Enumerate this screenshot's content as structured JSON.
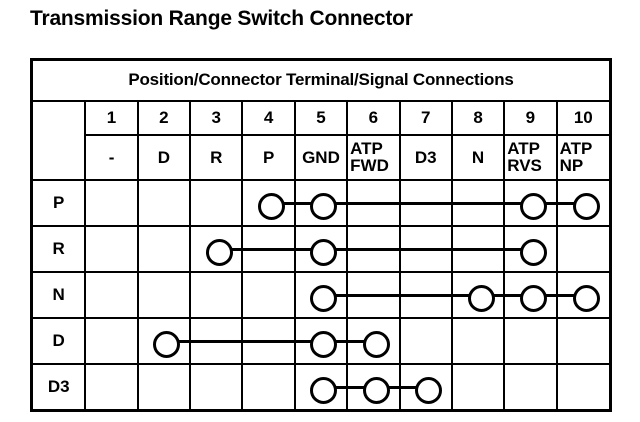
{
  "page_title": "Transmission Range Switch Connector",
  "table": {
    "banner": "Position/Connector Terminal/Signal Connections",
    "row_label_header": "",
    "terminal_numbers": [
      "1",
      "2",
      "3",
      "4",
      "5",
      "6",
      "7",
      "8",
      "9",
      "10"
    ],
    "signal_names": [
      {
        "line1": "-",
        "line2": ""
      },
      {
        "line1": "D",
        "line2": ""
      },
      {
        "line1": "R",
        "line2": ""
      },
      {
        "line1": "P",
        "line2": ""
      },
      {
        "line1": "GND",
        "line2": ""
      },
      {
        "line1": "ATP",
        "line2": "FWD"
      },
      {
        "line1": "D3",
        "line2": ""
      },
      {
        "line1": "N",
        "line2": ""
      },
      {
        "line1": "ATP",
        "line2": "RVS"
      },
      {
        "line1": "ATP",
        "line2": "NP"
      }
    ],
    "rows": [
      {
        "label": "P",
        "connections": [
          4,
          5,
          9,
          10
        ]
      },
      {
        "label": "R",
        "connections": [
          3,
          5,
          9
        ]
      },
      {
        "label": "N",
        "connections": [
          5,
          8,
          9,
          10
        ]
      },
      {
        "label": "D",
        "connections": [
          2,
          5,
          6
        ]
      },
      {
        "label": "D3",
        "connections": [
          5,
          6,
          7
        ]
      }
    ]
  },
  "colors": {
    "ink": "#000000",
    "background": "#ffffff"
  }
}
